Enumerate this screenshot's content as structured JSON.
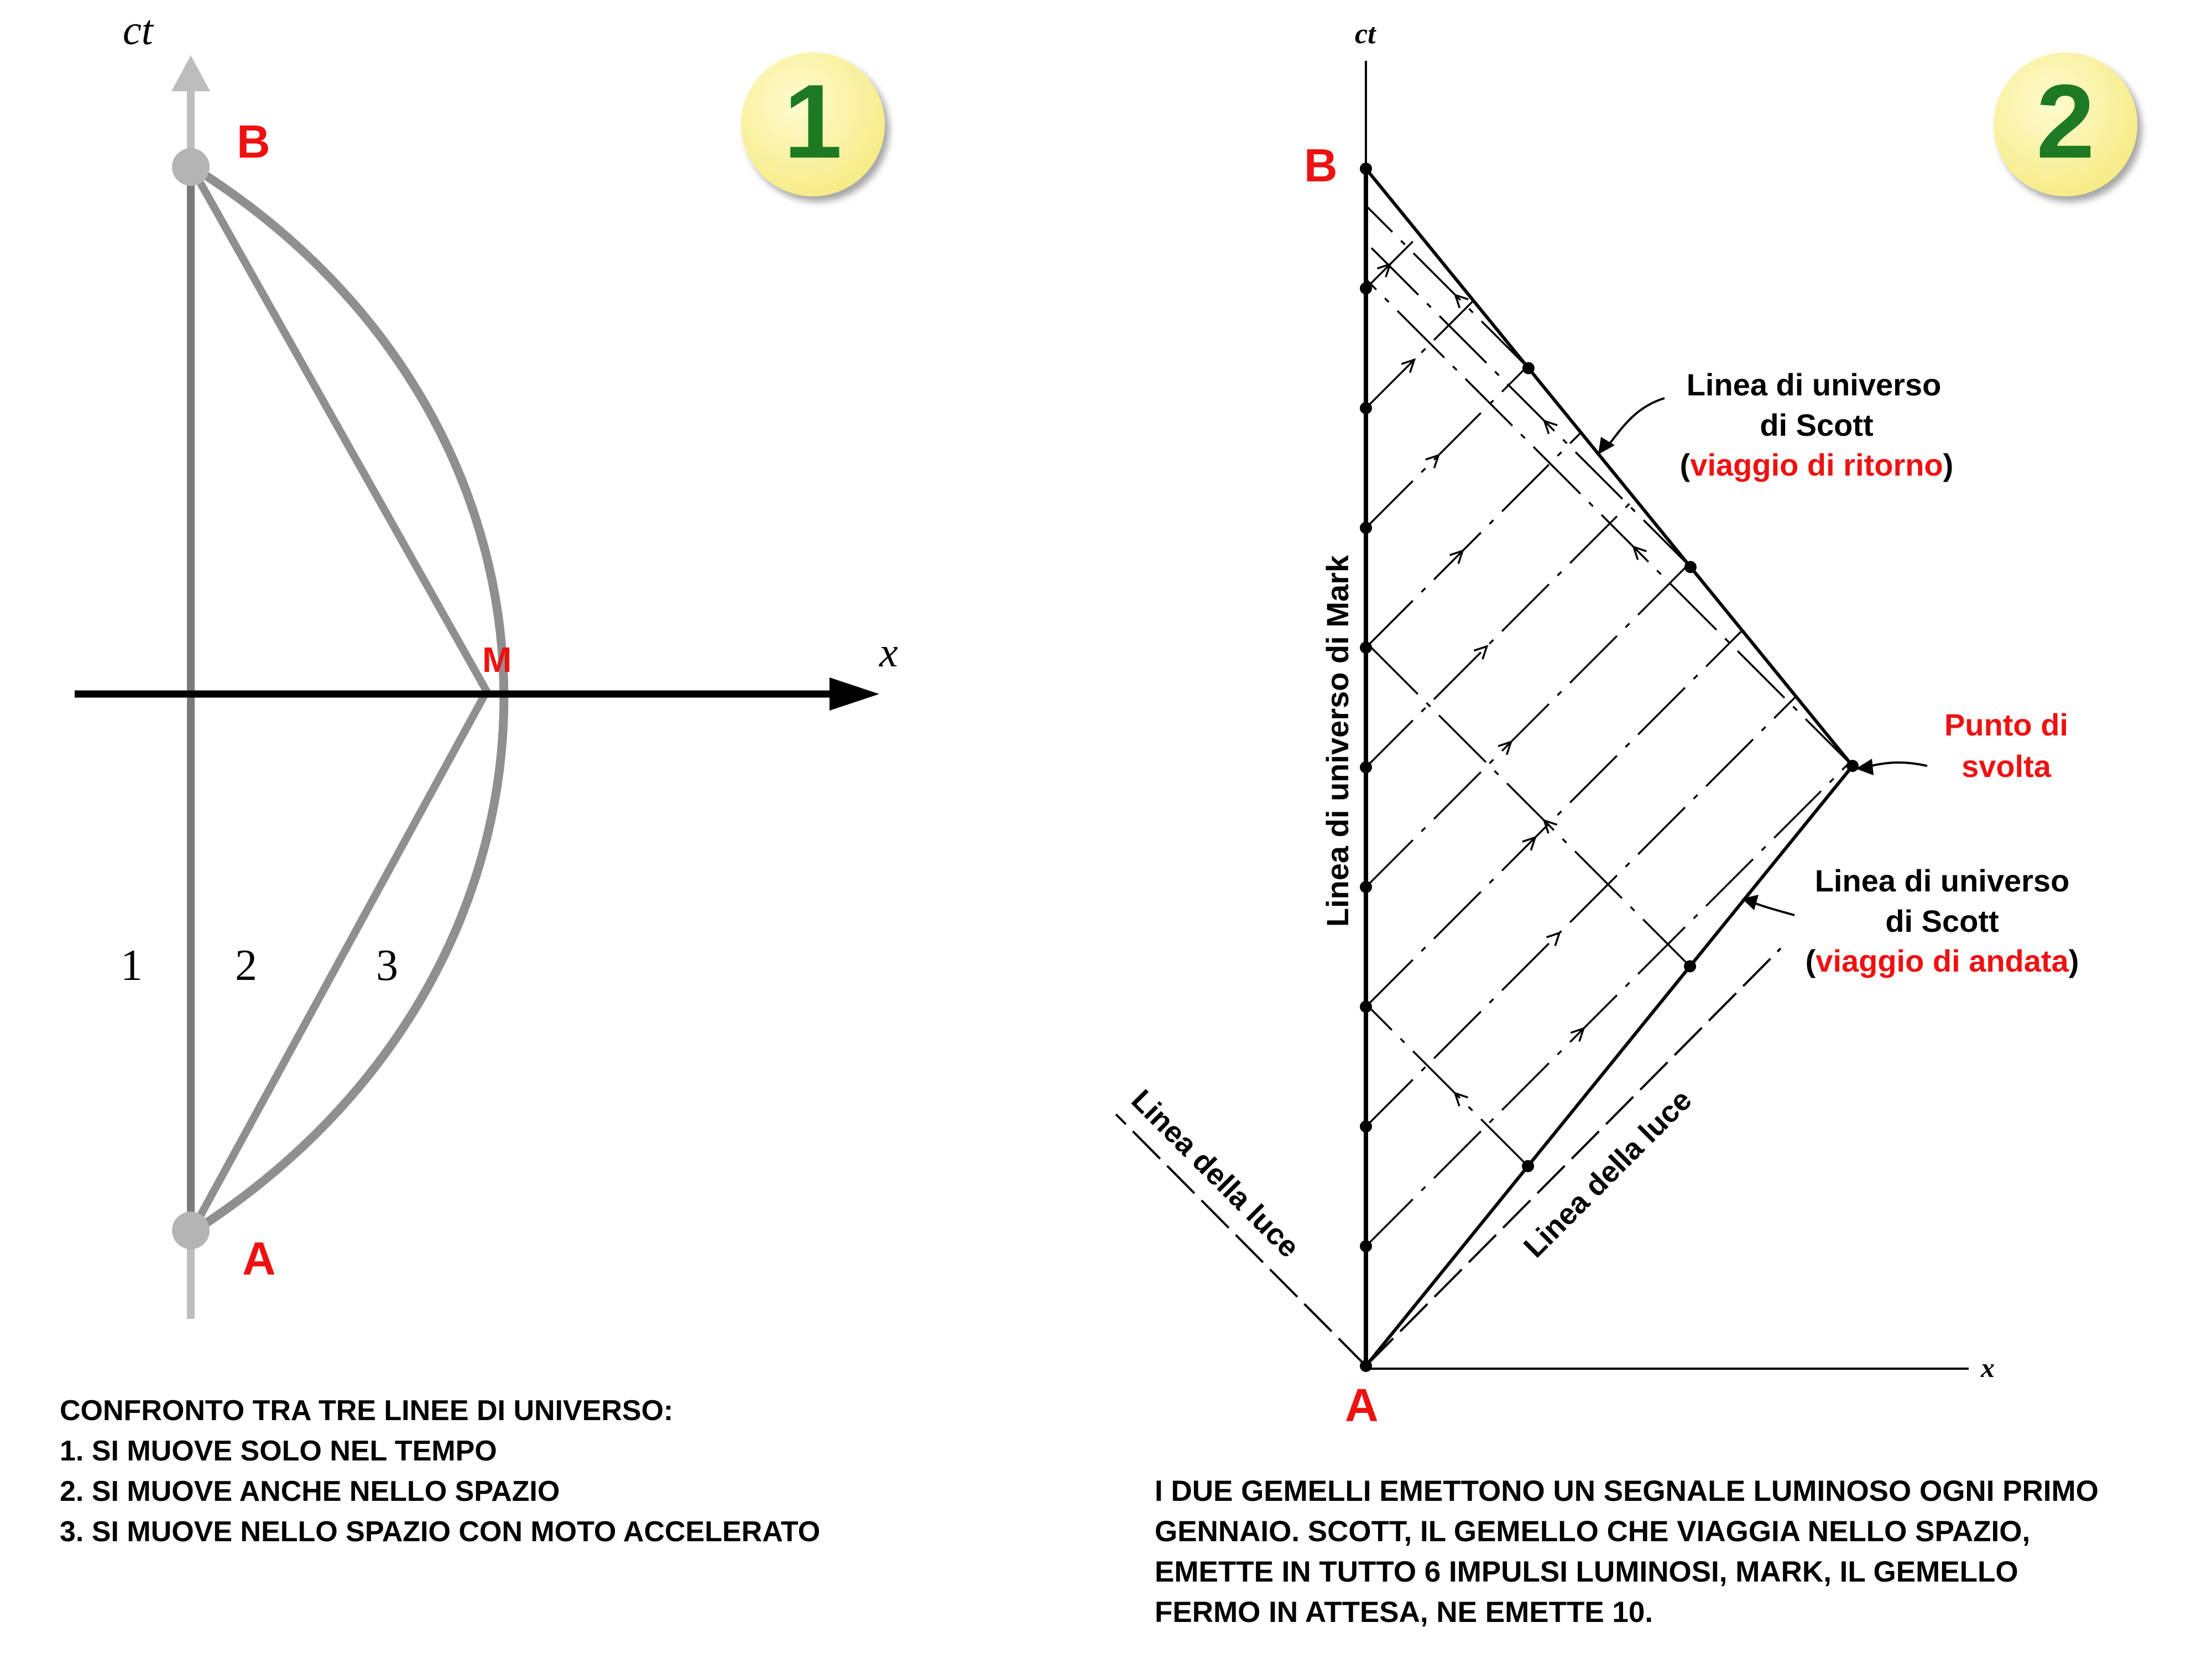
{
  "panel1": {
    "badge": "1",
    "axis_ct": "ct",
    "axis_x": "x",
    "point_b": "B",
    "point_a": "A",
    "point_m": "M",
    "line_labels": [
      "1",
      "2",
      "3"
    ],
    "caption_lines": [
      "CONFRONTO TRA TRE LINEE DI UNIVERSO:",
      "1. SI MUOVE SOLO NEL TEMPO",
      "2. SI MUOVE ANCHE NELLO SPAZIO",
      "3. SI MUOVE NELLO SPAZIO CON MOTO ACCELERATO"
    ]
  },
  "panel2": {
    "badge": "2",
    "axis_ct": "ct",
    "axis_x": "x",
    "point_b": "B",
    "point_a": "A",
    "mark_line": "Linea di universo di Mark",
    "light_left": "Linea della luce",
    "light_right": "Linea della luce",
    "scott_return": {
      "line1": "Linea di universo",
      "line2": "di Scott",
      "open": "(",
      "red": "viaggio di ritorno",
      "close": ")"
    },
    "scott_out": {
      "line1": "Linea di universo",
      "line2": "di Scott",
      "open": "(",
      "red": "viaggio di andata",
      "close": ")"
    },
    "turning_point": {
      "line1": "Punto di",
      "line2": "svolta"
    },
    "caption_lines": [
      "I DUE GEMELLI EMETTONO UN SEGNALE LUMINOSO OGNI PRIMO",
      "GENNAIO. SCOTT, IL GEMELLO CHE VIAGGIA NELLO SPAZIO,",
      "EMETTE IN TUTTO 6 IMPULSI LUMINOSI, MARK, IL GEMELLO",
      "FERMO IN ATTESA, NE EMETTE 10."
    ]
  },
  "colors": {
    "red": "#ee1111",
    "green_badge_text": "#1e7a22",
    "badge_fill": "#fbf4a2",
    "gray_line": "#8f8f8f",
    "dark_gray": "#7a7a7a"
  }
}
